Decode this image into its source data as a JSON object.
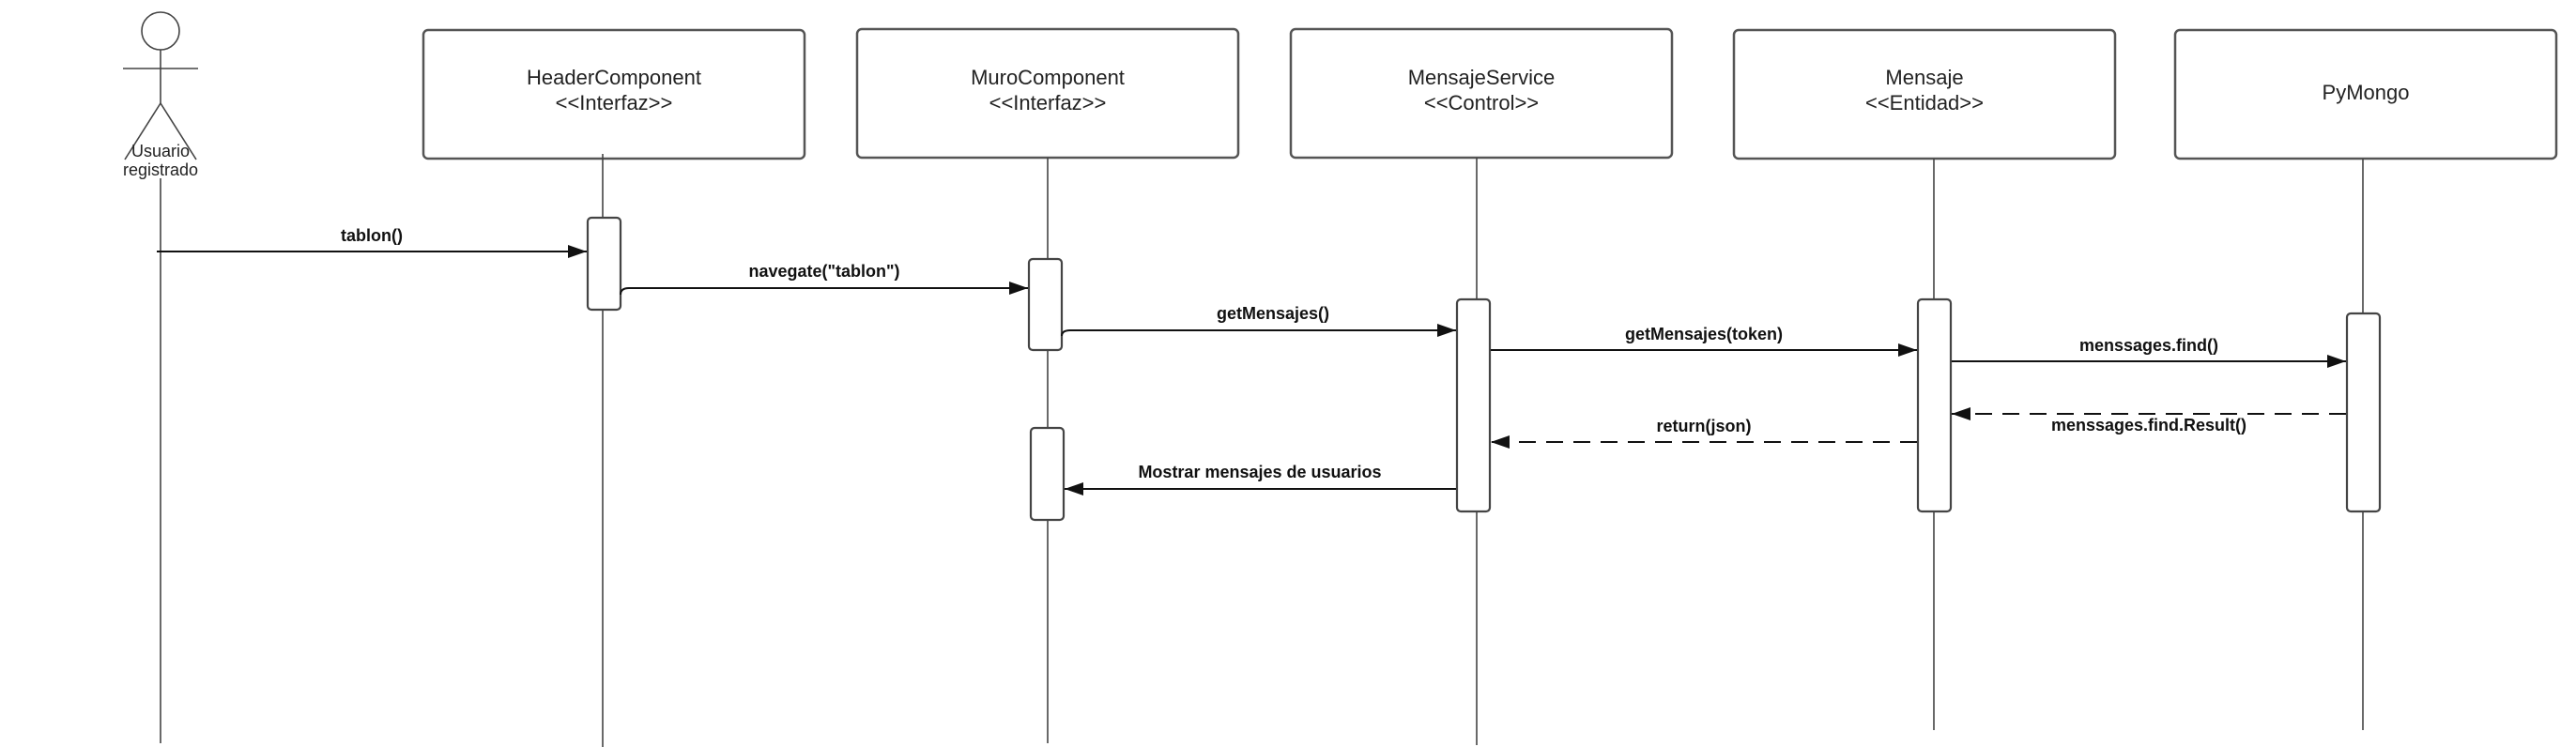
{
  "actor": {
    "label_line1": "Usuario",
    "label_line2": "registrado"
  },
  "participants": [
    {
      "id": "header",
      "name": "HeaderComponent",
      "stereotype": "<<Interfaz>>"
    },
    {
      "id": "muro",
      "name": "MuroComponent",
      "stereotype": "<<Interfaz>>"
    },
    {
      "id": "service",
      "name": "MensajeService",
      "stereotype": "<<Control>>"
    },
    {
      "id": "mensaje",
      "name": "Mensaje",
      "stereotype": "<<Entidad>>"
    },
    {
      "id": "pymongo",
      "name": "PyMongo",
      "stereotype": ""
    }
  ],
  "messages": [
    {
      "label": "tablon()",
      "from": "actor",
      "to": "header",
      "type": "sync"
    },
    {
      "label": "navegate(\"tablon\")",
      "from": "header",
      "to": "muro",
      "type": "sync"
    },
    {
      "label": "getMensajes()",
      "from": "muro",
      "to": "service",
      "type": "sync"
    },
    {
      "label": "getMensajes(token)",
      "from": "service",
      "to": "mensaje",
      "type": "sync"
    },
    {
      "label": "menssages.find()",
      "from": "mensaje",
      "to": "pymongo",
      "type": "sync"
    },
    {
      "label": "menssages.find.Result()",
      "from": "pymongo",
      "to": "mensaje",
      "type": "return"
    },
    {
      "label": "return(json)",
      "from": "mensaje",
      "to": "service",
      "type": "return"
    },
    {
      "label": "Mostrar mensajes de usuarios",
      "from": "service",
      "to": "muro",
      "type": "sync"
    }
  ],
  "colors": {
    "box_stroke": "#555555",
    "line": "#111111"
  }
}
